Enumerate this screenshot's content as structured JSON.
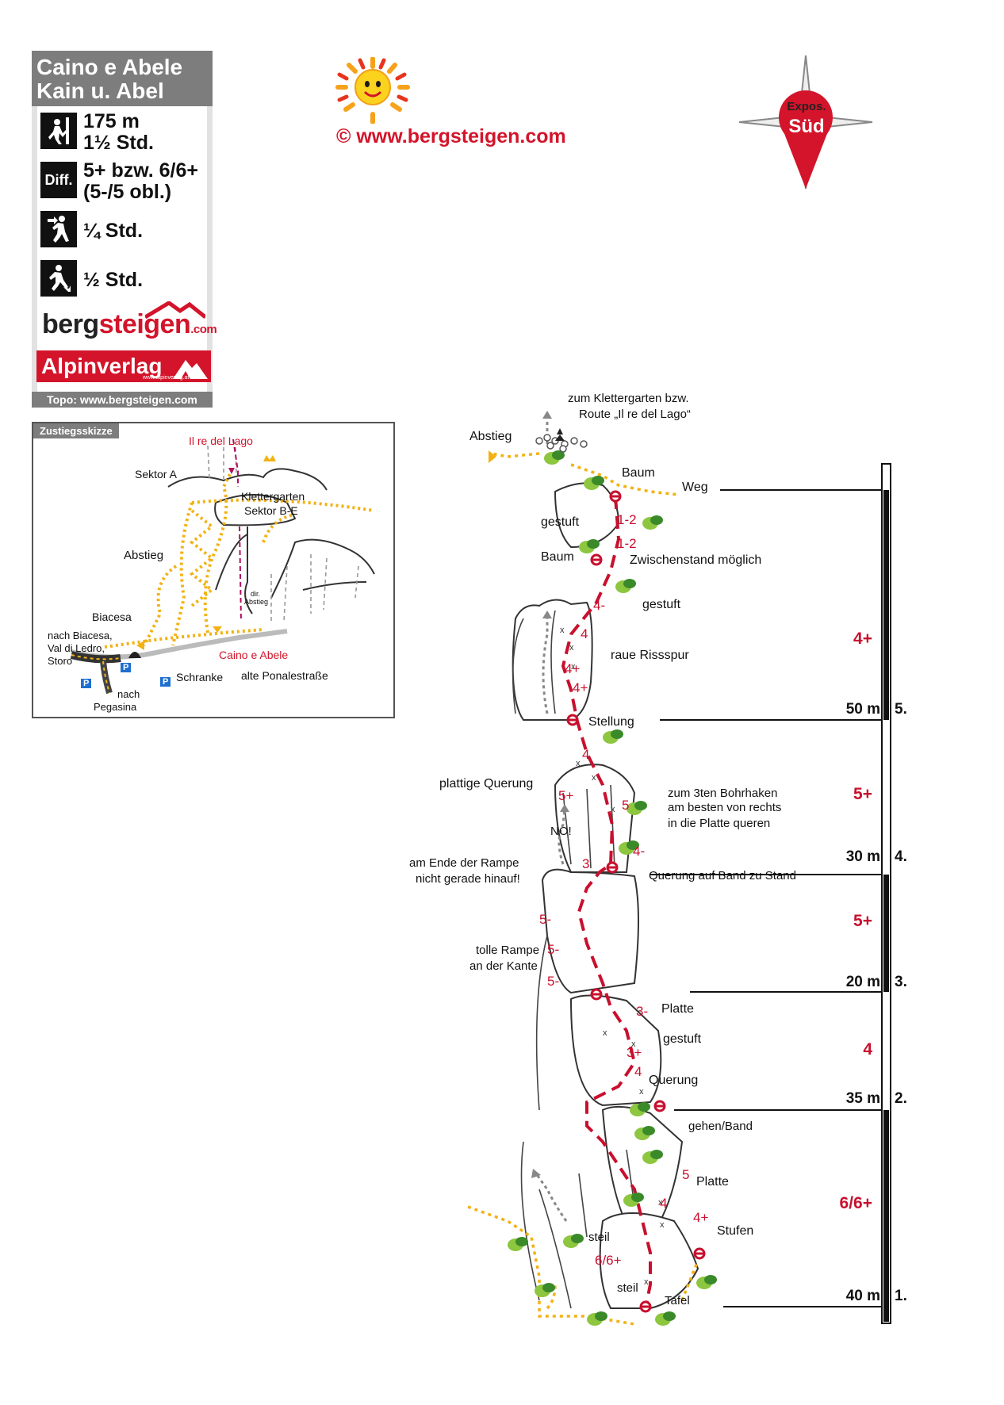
{
  "card": {
    "title_line1": "Caino e Abele",
    "title_line2": "Kain u. Abel",
    "length": "175 m",
    "climb_time": "1½ Std.",
    "diff_label": "Diff.",
    "difficulty": "5+ bzw. 6/6+",
    "difficulty_obl": "(5-/5 obl.)",
    "approach_time": "¼ Std.",
    "descent_time": "½ Std.",
    "icons": [
      "climber-icon",
      "difficulty-icon",
      "hiker-approach-icon",
      "hiker-descent-icon"
    ],
    "brand_main_a": "berg",
    "brand_main_b": "steigen",
    "brand_com": ".com",
    "brand_publisher": "Alpinverlag",
    "brand_publisher_url": "www.alpinverlag.at",
    "topo_credit": "Topo: www.bergsteigen.com"
  },
  "copyright": "©  www.bergsteigen.com",
  "compass": {
    "line1": "Expos.",
    "line2": "Süd"
  },
  "sketch": {
    "title": "Zustiegsskizze",
    "labels": {
      "il_re": "Il re del Lago",
      "sektor_a": "Sektor A",
      "klettergarten1": "Klettergarten",
      "klettergarten2": "Sektor B-E",
      "abstieg": "Abstieg",
      "dir1": "dir.",
      "dir2": "Abstieg",
      "biacesa": "Biacesa",
      "nach1": "nach Biacesa,",
      "nach2": "Val di Ledro,",
      "nach3": "Storo",
      "caino": "Caino e Abele",
      "schranke": "Schranke",
      "ponale": "alte Ponalestraße",
      "pegasina1": "nach",
      "pegasina2": "Pegasina",
      "parking": "P"
    }
  },
  "topo": {
    "top_note1": "zum Klettergarten bzw.",
    "top_note2": "Route „Il re del Lago“",
    "abstieg": "Abstieg",
    "labels": [
      {
        "text": "Baum"
      },
      {
        "text": "Weg"
      },
      {
        "text": "gestuft"
      },
      {
        "text": "Baum"
      },
      {
        "text": "Zwischenstand möglich"
      },
      {
        "text": "gestuft"
      },
      {
        "text": "raue Rissspur"
      },
      {
        "text": "Stellung"
      },
      {
        "text": "plattige Querung"
      },
      {
        "text": "zum 3ten Bohrhaken"
      },
      {
        "text": "am besten von rechts"
      },
      {
        "text": "in die Platte queren"
      },
      {
        "text": "NO!"
      },
      {
        "text": "am Ende der Rampe"
      },
      {
        "text": "nicht gerade hinauf!"
      },
      {
        "text": "Querung auf Band zu Stand"
      },
      {
        "text": "tolle Rampe"
      },
      {
        "text": "an der Kante"
      },
      {
        "text": "Platte"
      },
      {
        "text": "gestuft"
      },
      {
        "text": "Querung"
      },
      {
        "text": "gehen/Band"
      },
      {
        "text": "Platte"
      },
      {
        "text": "Stufen"
      },
      {
        "text": "steil"
      },
      {
        "text": "steil"
      },
      {
        "text": "Tafel"
      }
    ],
    "route_grades": [
      {
        "text": "1-2"
      },
      {
        "text": "1-2"
      },
      {
        "text": "4-"
      },
      {
        "text": "4"
      },
      {
        "text": "4+"
      },
      {
        "text": "4+"
      },
      {
        "text": "4"
      },
      {
        "text": "5+"
      },
      {
        "text": "5"
      },
      {
        "text": "4-"
      },
      {
        "text": "3"
      },
      {
        "text": "5-"
      },
      {
        "text": "5-"
      },
      {
        "text": "5-"
      },
      {
        "text": "3-"
      },
      {
        "text": "3+"
      },
      {
        "text": "4"
      },
      {
        "text": "5"
      },
      {
        "text": "4"
      },
      {
        "text": "4+"
      },
      {
        "text": "6/6+"
      }
    ],
    "pitches": [
      {
        "number": "1.",
        "length": "40 m",
        "grade": "6/6+"
      },
      {
        "number": "2.",
        "length": "35 m",
        "grade": "4"
      },
      {
        "number": "3.",
        "length": "20 m",
        "grade": "5+"
      },
      {
        "number": "4.",
        "length": "30 m",
        "grade": "5+"
      },
      {
        "number": "5.",
        "length": "50 m",
        "grade": "4+"
      }
    ],
    "colors": {
      "route": "#c8102e",
      "path": "#f2b214",
      "bar": "#111111",
      "rock": "#555555"
    }
  }
}
